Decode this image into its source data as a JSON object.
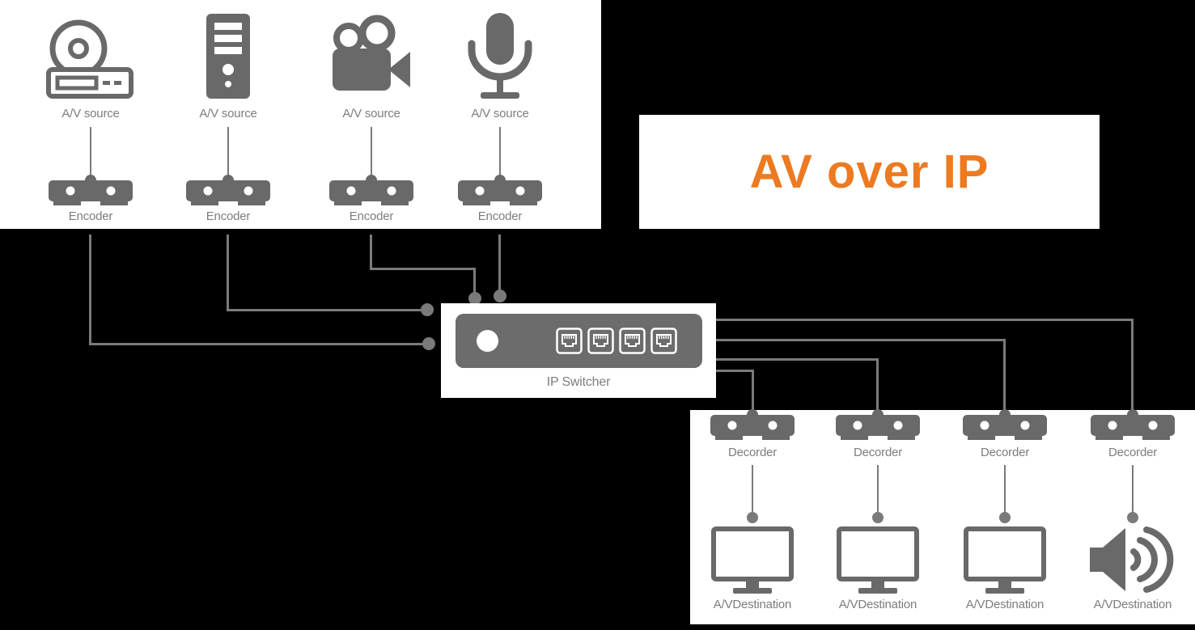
{
  "title": "AV over IP",
  "labels": {
    "source": "A/V source",
    "encoder": "Encoder",
    "switcher": "IP Switcher",
    "decoder": "Decorder",
    "destination": "A/VDestination"
  },
  "structure": {
    "source_count": 4,
    "encoder_count": 4,
    "switcher_port_count": 4,
    "decoder_count": 4,
    "destination_count": 4,
    "source_icon_types": [
      "cd-player",
      "pc-tower",
      "video-camera",
      "microphone"
    ],
    "destination_icon_types": [
      "monitor",
      "monitor",
      "monitor",
      "speaker"
    ],
    "switcher_port_icon": "rj45-port",
    "flow": "A/V source -> Encoder -> IP Switcher -> Decorder -> A/V Destination"
  },
  "colors": {
    "background": "#000000",
    "panel": "#ffffff",
    "icon_gray": "#696969",
    "device_gray": "#6c6c6c",
    "label_gray": "#7d7d7d",
    "line_gray": "#7a7a7a",
    "accent_orange": "#ED7A21"
  }
}
